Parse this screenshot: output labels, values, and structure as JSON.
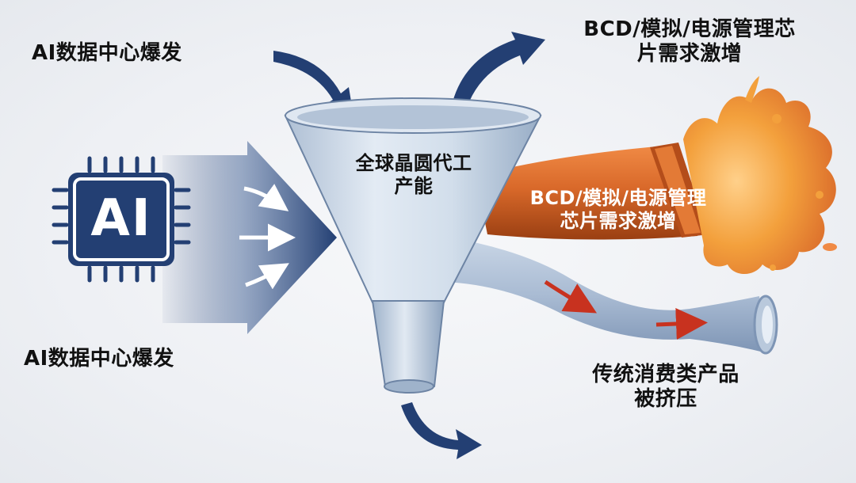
{
  "labels": {
    "top_left": "AI数据中心爆发",
    "bottom_left": "AI数据中心爆发",
    "top_right_line1": "BCD/模拟/电源管理芯",
    "top_right_line2": "片需求激增",
    "funnel_line1": "全球晶圆代工",
    "funnel_line2": "产能",
    "pipe_line1": "BCD/模拟/电源管理",
    "pipe_line2": "芯片需求激增",
    "bottom_right_line1": "传统消费类产品",
    "bottom_right_line2": "被挤压"
  },
  "chip": {
    "text": "AI",
    "icon": "ai-chip-icon"
  },
  "colors": {
    "navy": "#233f73",
    "orange": "#d9692a",
    "funnel": "#c9d6e5",
    "pipe": "#a9bbd3",
    "red_arrow": "#c8321f"
  }
}
